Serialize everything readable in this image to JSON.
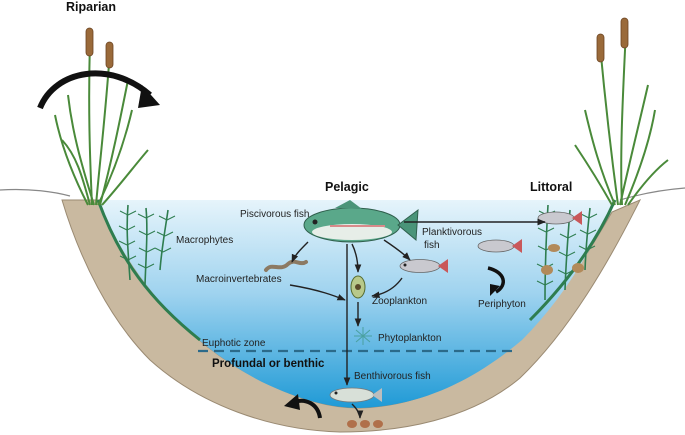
{
  "zones": {
    "riparian": "Riparian",
    "pelagic": "Pelagic",
    "littoral": "Littoral",
    "profundal": "Profundal or benthic"
  },
  "organisms": {
    "piscivorous_fish": "Piscivorous fish",
    "macrophytes": "Macrophytes",
    "macroinvertebrates": "Macroinvertebrates",
    "planktivorous_fish_line1": "Planktivorous",
    "planktivorous_fish_line2": "fish",
    "zooplankton": "Zooplankton",
    "phytoplankton": "Phytoplankton",
    "periphyton": "Periphyton",
    "benthivorous_fish": "Benthivorous fish"
  },
  "layers": {
    "euphotic_zone": "Euphotic zone"
  },
  "colors": {
    "water_top": "#d8eef9",
    "water_bottom": "#1f9ad6",
    "sediment": "#c9b9a0",
    "plant_green": "#2e7d4f",
    "arrow": "#222222",
    "euphotic_line": "#2b6a8a"
  }
}
